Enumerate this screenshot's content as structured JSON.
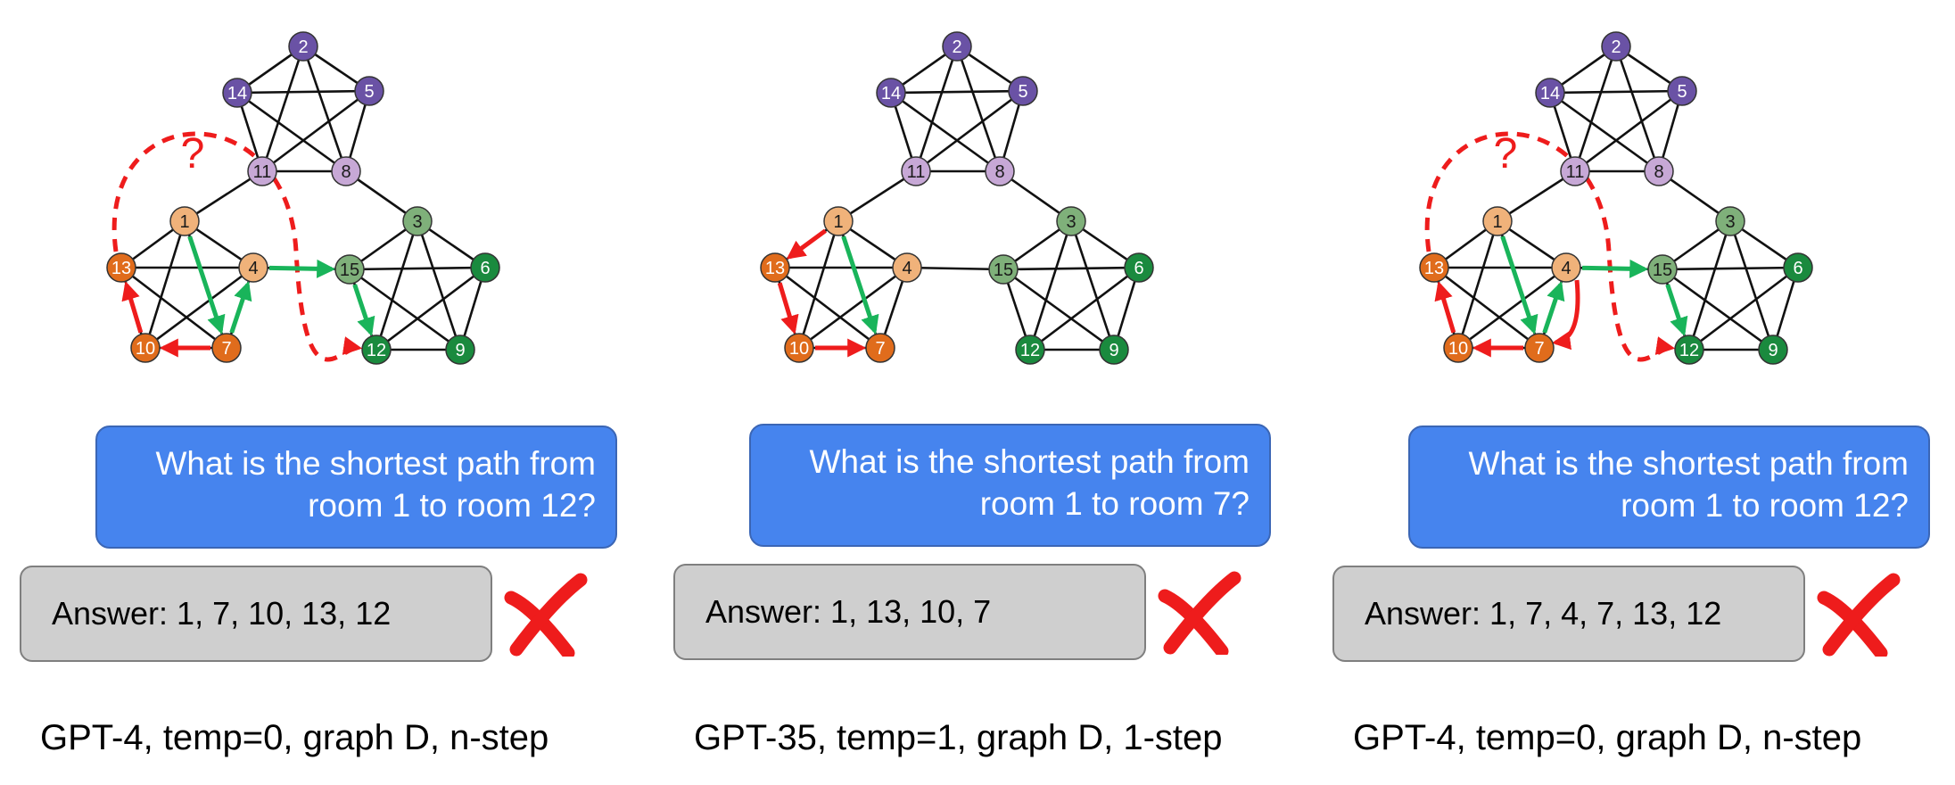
{
  "colors": {
    "purple": "#6a52a5",
    "lilac": "#c7a8d6",
    "peach": "#f0b27a",
    "orange": "#e06c1c",
    "sage": "#7fb07a",
    "green": "#1a8a3e",
    "red_arrow": "#ee1c1c",
    "green_arrow": "#19b45a",
    "question_bg": "#4684ee",
    "answer_bg": "#cfcfcf"
  },
  "panels": [
    {
      "question_line1": "What is the shortest path from",
      "question_line2": "room 1 to room 12?",
      "answer": "Answer: 1, 7, 10, 13, 12",
      "caption": "GPT-4, temp=0, graph D, n-step",
      "question_mark": "?",
      "result": "incorrect"
    },
    {
      "question_line1": "What is the shortest path from",
      "question_line2": "room 1 to room 7?",
      "answer": "Answer: 1, 13, 10, 7",
      "caption": "GPT-35, temp=1, graph D, 1-step",
      "result": "incorrect"
    },
    {
      "question_line1": "What is the shortest path from",
      "question_line2": "room 1 to room 12?",
      "answer": "Answer: 1, 7, 4, 7, 13, 12",
      "caption": "GPT-4, temp=0, graph D, n-step",
      "question_mark": "?",
      "result": "incorrect"
    }
  ],
  "graph": {
    "nodes": [
      {
        "id": "2",
        "color": "purple",
        "text": "white"
      },
      {
        "id": "14",
        "color": "purple",
        "text": "white"
      },
      {
        "id": "5",
        "color": "purple",
        "text": "white"
      },
      {
        "id": "11",
        "color": "lilac",
        "text": "dark"
      },
      {
        "id": "8",
        "color": "lilac",
        "text": "dark"
      },
      {
        "id": "1",
        "color": "peach",
        "text": "dark"
      },
      {
        "id": "13",
        "color": "orange",
        "text": "white"
      },
      {
        "id": "4",
        "color": "peach",
        "text": "dark"
      },
      {
        "id": "10",
        "color": "orange",
        "text": "white"
      },
      {
        "id": "7",
        "color": "orange",
        "text": "white"
      },
      {
        "id": "3",
        "color": "sage",
        "text": "dark"
      },
      {
        "id": "15",
        "color": "sage",
        "text": "dark"
      },
      {
        "id": "6",
        "color": "green",
        "text": "white"
      },
      {
        "id": "12",
        "color": "green",
        "text": "white"
      },
      {
        "id": "9",
        "color": "green",
        "text": "white"
      }
    ],
    "edges": [
      [
        "2",
        "14"
      ],
      [
        "2",
        "5"
      ],
      [
        "2",
        "11"
      ],
      [
        "2",
        "8"
      ],
      [
        "14",
        "5"
      ],
      [
        "14",
        "11"
      ],
      [
        "14",
        "8"
      ],
      [
        "5",
        "11"
      ],
      [
        "5",
        "8"
      ],
      [
        "11",
        "8"
      ],
      [
        "1",
        "13"
      ],
      [
        "1",
        "4"
      ],
      [
        "1",
        "10"
      ],
      [
        "1",
        "7"
      ],
      [
        "13",
        "4"
      ],
      [
        "13",
        "10"
      ],
      [
        "13",
        "7"
      ],
      [
        "4",
        "10"
      ],
      [
        "4",
        "7"
      ],
      [
        "10",
        "7"
      ],
      [
        "3",
        "15"
      ],
      [
        "3",
        "6"
      ],
      [
        "3",
        "12"
      ],
      [
        "3",
        "9"
      ],
      [
        "15",
        "6"
      ],
      [
        "15",
        "12"
      ],
      [
        "15",
        "9"
      ],
      [
        "6",
        "12"
      ],
      [
        "6",
        "9"
      ],
      [
        "12",
        "9"
      ],
      [
        "11",
        "1"
      ],
      [
        "8",
        "3"
      ],
      [
        "4",
        "15"
      ]
    ],
    "panel_arrows": [
      {
        "solid": [
          {
            "from": "1",
            "to": "7",
            "color": "green_arrow"
          },
          {
            "from": "7",
            "to": "4",
            "color": "green_arrow"
          },
          {
            "from": "4",
            "to": "15",
            "color": "green_arrow"
          },
          {
            "from": "15",
            "to": "12",
            "color": "green_arrow"
          },
          {
            "from": "7",
            "to": "10",
            "color": "red_arrow"
          },
          {
            "from": "10",
            "to": "13",
            "color": "red_arrow"
          }
        ],
        "dashed": {
          "from": "13",
          "to": "12",
          "color": "red_arrow"
        }
      },
      {
        "solid": [
          {
            "from": "1",
            "to": "7",
            "color": "green_arrow"
          },
          {
            "from": "1",
            "to": "13",
            "color": "red_arrow"
          },
          {
            "from": "13",
            "to": "10",
            "color": "red_arrow"
          },
          {
            "from": "10",
            "to": "7",
            "color": "red_arrow"
          }
        ]
      },
      {
        "solid": [
          {
            "from": "1",
            "to": "7",
            "color": "green_arrow"
          },
          {
            "from": "7",
            "to": "4",
            "color": "green_arrow"
          },
          {
            "from": "4",
            "to": "15",
            "color": "green_arrow"
          },
          {
            "from": "15",
            "to": "12",
            "color": "green_arrow"
          },
          {
            "from": "4",
            "to": "7",
            "color": "red_arrow",
            "curve": true
          },
          {
            "from": "7",
            "to": "10",
            "color": "red_arrow"
          },
          {
            "from": "10",
            "to": "13",
            "color": "red_arrow"
          }
        ],
        "dashed": {
          "from": "13",
          "to": "12",
          "color": "red_arrow"
        }
      }
    ]
  }
}
